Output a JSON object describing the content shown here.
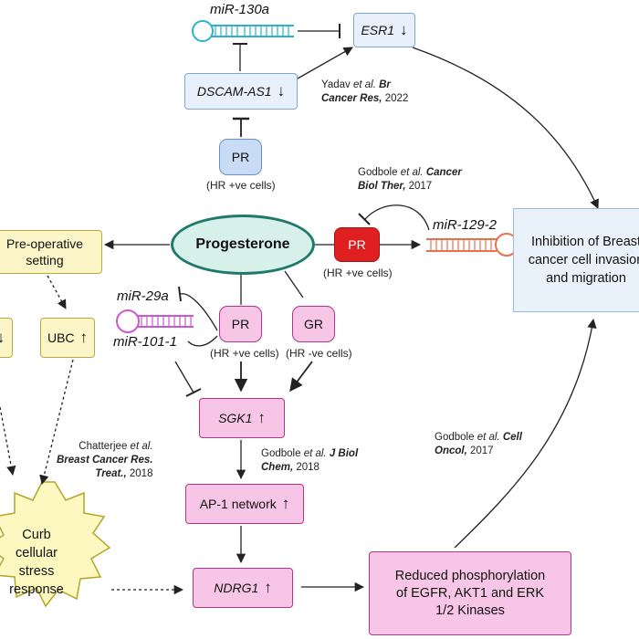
{
  "mirnas": {
    "mir130a": "miR-130a",
    "mir1292": "miR-129-2",
    "mir29a": "miR-29a",
    "mir1011": "miR-101-1"
  },
  "nodes": {
    "esr1": "ESR1",
    "dscam": "DSCAM-AS1",
    "pr_top": "PR",
    "pr_top_note": "(HR +ve cells)",
    "progesterone": "Progesterone",
    "pr_red": "PR",
    "pr_red_note": "(HR +ve cells)",
    "pr_pink": "PR",
    "pr_pink_note": "(HR +ve cells)",
    "gr": "GR",
    "gr_note": "(HR -ve cells)",
    "preop_line1": "Pre-operative",
    "preop_line2": "setting",
    "ubc": "UBC",
    "sgk1": "SGK1",
    "ap1": "AP-1 network",
    "ndrg1": "NDRG1",
    "reduced_line1": "Reduced phosphorylation",
    "reduced_line2": "of EGFR, AKT1 and ERK",
    "reduced_line3": "1/2 Kinases",
    "inhibit_line1": "Inhibition of Breast",
    "inhibit_line2": "cancer cell invasion",
    "inhibit_line3": "and migration",
    "curb_line1": "Curb",
    "curb_line2": "cellular",
    "curb_line3": "stress",
    "curb_line4": "response"
  },
  "citations": {
    "yadav": {
      "author": "Yadav",
      "etal": "et al.",
      "journal1": "Br",
      "journal2": "Cancer Res,",
      "year": "2022"
    },
    "godbole2017a": {
      "author": "Godbole",
      "etal": "et al.",
      "journal1": "Cancer",
      "journal2": "Biol Ther,",
      "year": "2017"
    },
    "chatterjee": {
      "author": "Chatterjee",
      "etal": "et al.",
      "journal1": "Breast Cancer Res.",
      "journal2": "Treat.,",
      "year": "2018"
    },
    "godbole2018": {
      "author": "Godbole",
      "etal": "et al.",
      "journal1": "J Biol",
      "journal2": "Chem,",
      "year": "2018"
    },
    "godbole2017b": {
      "author": "Godbole",
      "etal": "et al.",
      "journal1": "Cell",
      "journal2": "Oncol,",
      "year": "2017"
    }
  },
  "symbols": {
    "down": "↓",
    "up": "↑"
  },
  "colors": {
    "progesterone_fill": "#d7f0ea",
    "progesterone_border": "#1f7a6b",
    "pr_red": "#e02020",
    "mir130a": "#2ab2c8",
    "mir1292": "#e8704a",
    "mir29a": "#c85ad0"
  }
}
